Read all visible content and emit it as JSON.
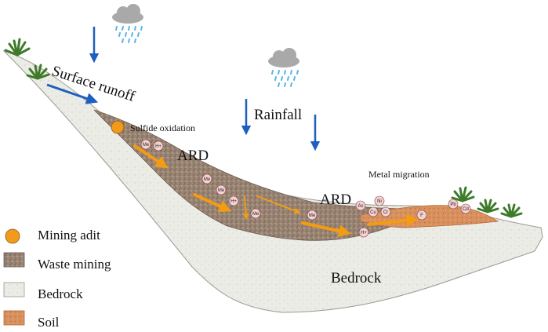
{
  "labels": {
    "surface_runoff": "Surface runoff",
    "rainfall": "Rainfall",
    "sulfide_oxidation": "Sulfide oxidation",
    "metal_migration": "Metal migration",
    "ard_1": "ARD",
    "ard_2": "ARD",
    "bedrock": "Bedrock"
  },
  "ions": {
    "me": "Me",
    "h_plus": "H+",
    "as": "As",
    "ni": "Ni",
    "cu": "Cu",
    "cr": "Cr",
    "f": "F",
    "pb": "Pb",
    "cd": "Cd"
  },
  "legend": {
    "mining_adit": "Mining adit",
    "waste_mining": "Waste mining",
    "bedrock": "Bedrock",
    "soil": "Soil"
  },
  "colors": {
    "bedrock": "#ecece6",
    "waste": "#9a8574",
    "soil": "#d8915e",
    "adit": "#f29a1c",
    "orange_arrow": "#f39c12",
    "blue_arrow": "#1f5fbf",
    "rain": "#59b4e8",
    "cloud": "#a9a9a9",
    "plant": "#3d7a2a"
  },
  "icons": {
    "cloud": "rain-cloud-icon",
    "plant": "plant-icon"
  }
}
